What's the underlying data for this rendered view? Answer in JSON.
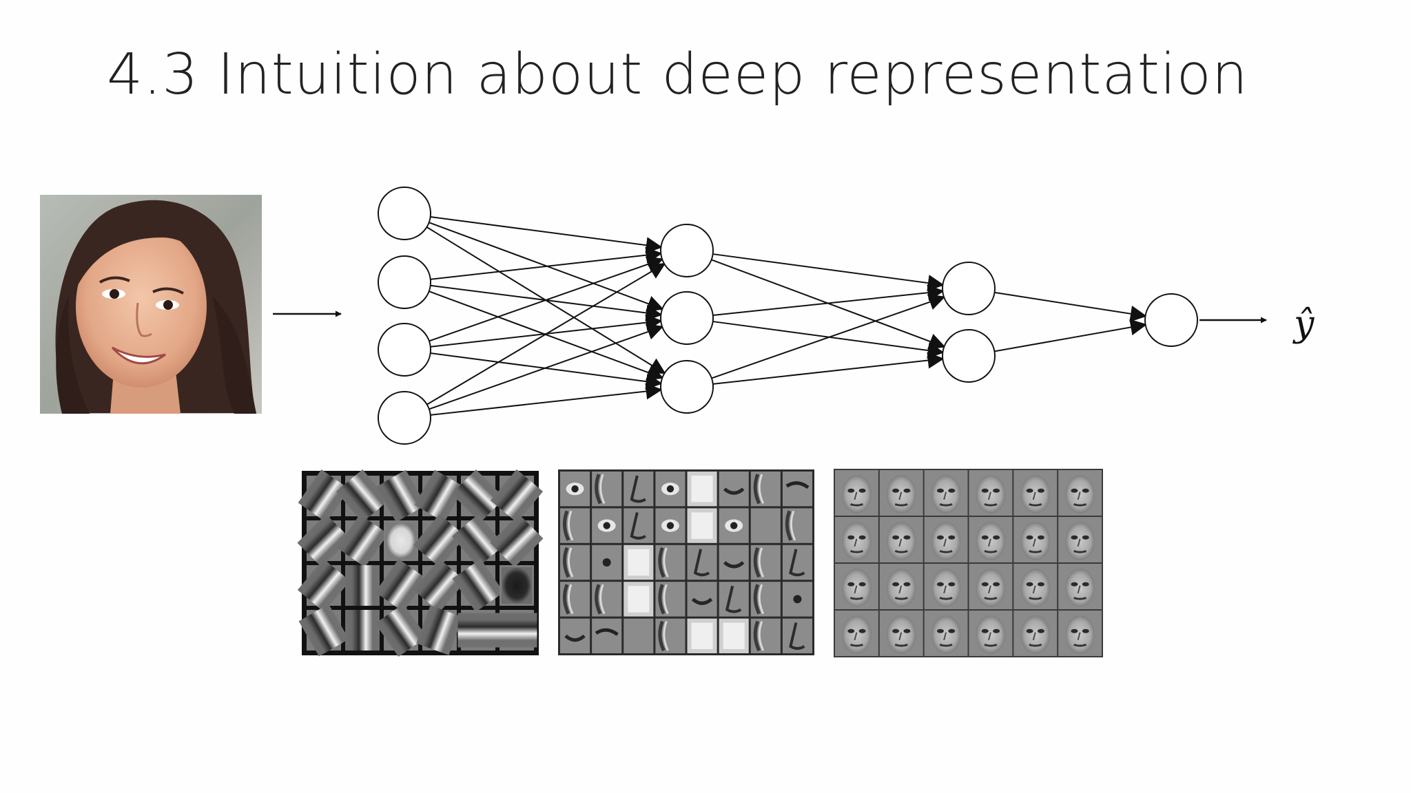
{
  "slide": {
    "title": "4.3 Intuition about deep representation"
  },
  "network": {
    "input_image": "face-photo",
    "layers": [
      4,
      3,
      2,
      1
    ],
    "output_label": "ŷ"
  },
  "feature_panels": [
    {
      "name": "edge-detectors",
      "rows": 4,
      "cols": 6
    },
    {
      "name": "face-parts",
      "rows": 5,
      "cols": 8
    },
    {
      "name": "whole-faces",
      "rows": 4,
      "cols": 6
    }
  ],
  "colors": {
    "stroke": "#111111",
    "background": "#fefefe"
  }
}
